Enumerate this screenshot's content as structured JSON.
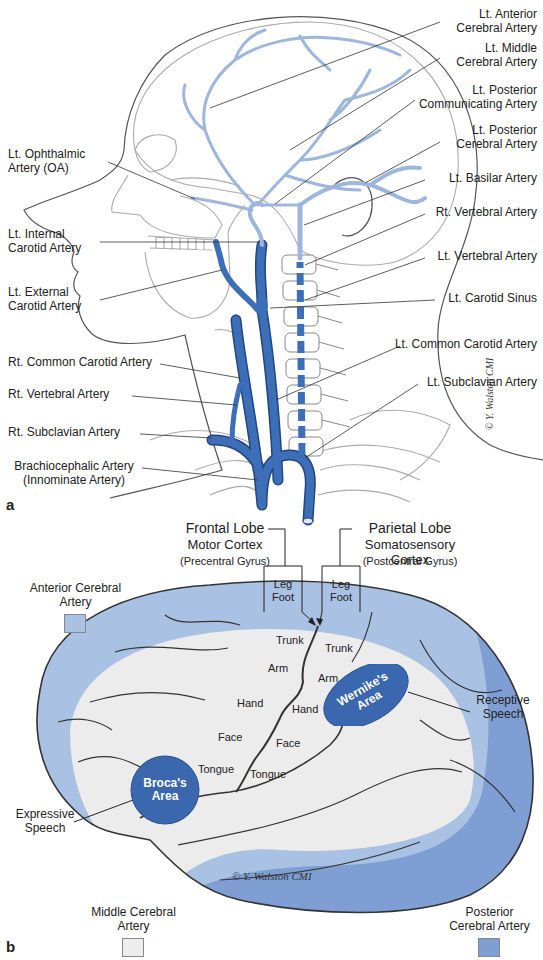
{
  "diagram": {
    "nodes": [
      {
        "text": [
          "Broca's Area"
        ]
      },
      {
        "text": [
          "Wernike's Area"
        ]
      }
    ],
    "labels": [
      "Lt. Anterior Cerebral Artery",
      "Lt. Middle Cerebral Artery",
      "Lt. Posterior Communicating Artery",
      "Lt. Ophthalmic Artery (OA)",
      "Lt. Posterior Cerebral Artery",
      "Lt. Basilar Artery",
      "Rt. Vertebral Artery",
      "Lt. Internal Carotid Artery",
      "Lt. Vertebral Artery",
      "Lt. External Carotid Artery",
      "Lt. Carotid Sinus",
      "Lt. Common Carotid Artery",
      "Rt. Common Carotid Artery",
      "Rt. Vertebral Artery",
      "Lt. Subclavian Artery",
      "Rt. Subclavian Artery",
      "Brachiocephalic Artery (Innominate Artery)",
      "© Y. Walston CMI",
      "a",
      "Frontal Lobe",
      "Motor Cortex",
      "(Precentral Gyrus)",
      "Parietal Lobe",
      "Somatosensory Cortex",
      "(Postcentral Gyrus)",
      "Leg Foot",
      "Leg Foot",
      "Trunk",
      "Trunk",
      "Arm",
      "Arm",
      "Hand",
      "Hand",
      "Face",
      "Face",
      "Tongue",
      "Tongue",
      "Receptive Speech",
      "Expressive Speech",
      "© Y. Walston CMI",
      "b"
    ],
    "legend": [
      {
        "text": "Anterior Cerebral Artery",
        "color": "#a9c1e3"
      },
      {
        "text": "Middle Cerebral Artery",
        "color": "#ececec"
      },
      {
        "text": "Posterior Cerebral Artery",
        "color": "#7f9fd4"
      }
    ]
  }
}
